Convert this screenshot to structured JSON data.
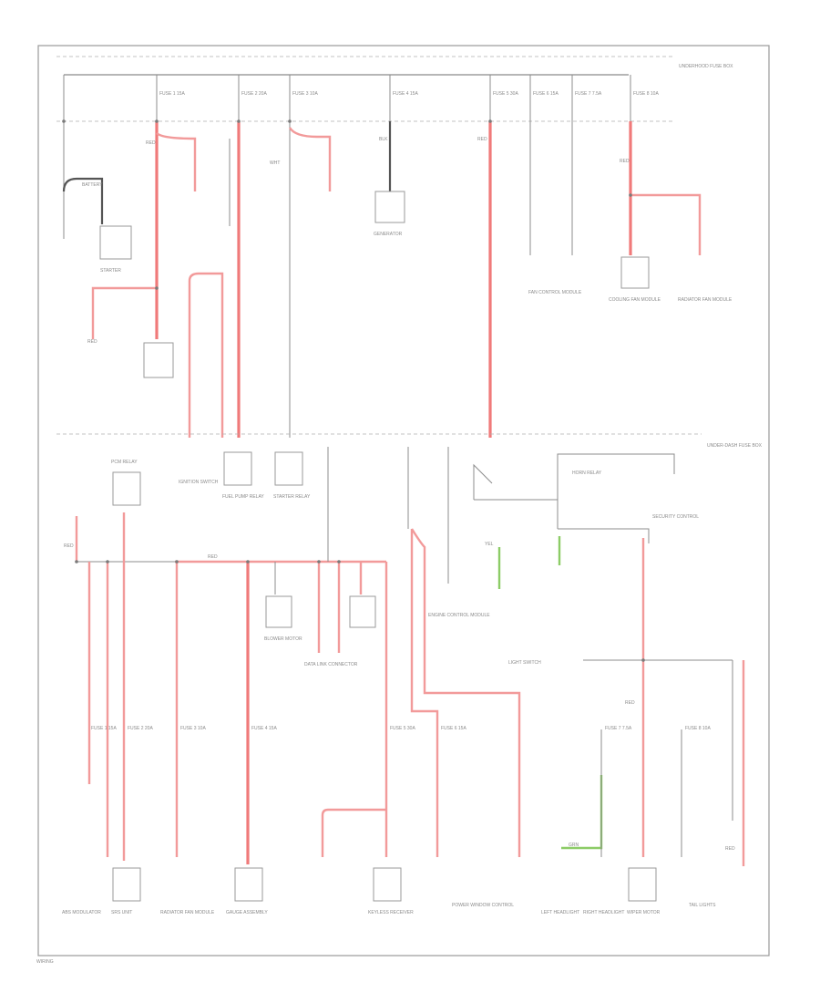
{
  "sheet": {
    "footer_code": "WIRING"
  },
  "wire_colors": {
    "red": "#f29a9a",
    "red_bold": "#f07a7a",
    "gray": "#8c8c8c",
    "dark": "#555555",
    "green": "#8ccc66"
  },
  "labels": {
    "power_dist_top": "UNDERHOOD FUSE BOX",
    "power_dist_mid": "UNDER-DASH FUSE BOX",
    "battery": "BATTERY",
    "starter": "STARTER",
    "generator": "GENERATOR",
    "ignition_switch": "IGNITION SWITCH",
    "light_switch": "LIGHT SWITCH",
    "fan_control_top": "FAN CONTROL MODULE",
    "condenser_fan": "COOLING FAN MODULE",
    "radiator_fan": "RADIATOR FAN MODULE",
    "abs_unit": "ABS MODULATOR",
    "engine_ctrl": "ENGINE CONTROL MODULE",
    "pcm_relay": "PCM RELAY",
    "fuel_pump": "FUEL PUMP RELAY",
    "starter_relay": "STARTER RELAY",
    "horn_relay": "HORN RELAY",
    "blower_motor": "BLOWER MOTOR",
    "data_link": "DATA LINK CONNECTOR",
    "srs_unit": "SRS UNIT",
    "gauge": "GAUGE ASSEMBLY",
    "left_lamp": "LEFT HEADLIGHT",
    "right_lamp": "RIGHT HEADLIGHT",
    "tail": "TAIL LIGHTS",
    "keyless": "KEYLESS RECEIVER",
    "power_window": "POWER WINDOW CONTROL",
    "wiper": "WIPER MOTOR",
    "security": "SECURITY CONTROL",
    "fuse_1": "FUSE 1 15A",
    "fuse_2": "FUSE 2 20A",
    "fuse_3": "FUSE 3 10A",
    "fuse_4": "FUSE 4 15A",
    "fuse_5": "FUSE 5 30A",
    "fuse_6": "FUSE 6 15A",
    "fuse_7": "FUSE 7 7.5A",
    "fuse_8": "FUSE 8 10A",
    "red_wire": "RED",
    "wht_wire": "WHT",
    "blk_wire": "BLK",
    "grn_wire": "GRN",
    "yel_wire": "YEL"
  }
}
